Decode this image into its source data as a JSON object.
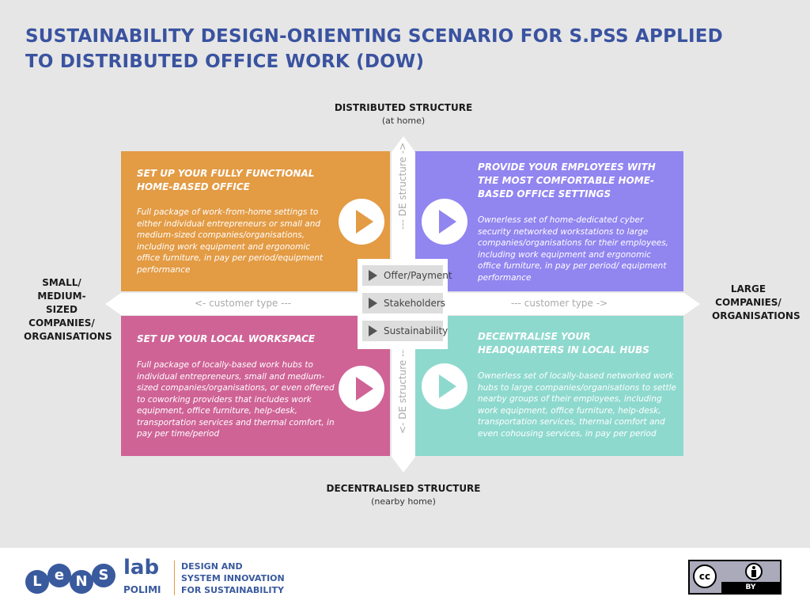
{
  "title": "SUSTAINABILITY DESIGN-ORIENTING SCENARIO FOR S.PSS APPLIED TO DISTRIBUTED OFFICE WORK (DOW)",
  "axes": {
    "top": {
      "main": "DISTRIBUTED STRUCTURE",
      "sub": "(at home)"
    },
    "bottom": {
      "main": "DECENTRALISED STRUCTURE",
      "sub": "(nearby home)"
    },
    "left": {
      "main": "SMALL/ MEDIUM-SIZED COMPANIES/ ORGANISATIONS"
    },
    "right": {
      "main": "LARGE COMPANIES/ ORGANISATIONS"
    },
    "customer_type_left": "<- customer type ---",
    "customer_type_right": "--- customer type ->",
    "de_structure_top": "--- DE structure ->",
    "de_structure_bottom": "<- DE structure ---"
  },
  "quadrants": {
    "top_left": {
      "title": "SET UP YOUR FULLY FUNCTIONAL HOME-BASED OFFICE",
      "description": "Full package of work-from-home settings to either individual entrepreneurs or small and medium-sized companies/organisations, including work equipment and ergonomic office furniture, in pay per period/equipment performance"
    },
    "top_right": {
      "title": "PROVIDE YOUR EMPLOYEES WITH THE MOST COMFORTABLE HOME-BASED OFFICE SETTINGS",
      "description": "Ownerless set of home-dedicated cyber security networked workstations to large companies/organisations for their employees, including work equipment and ergonomic office furniture, in pay per period/ equipment performance"
    },
    "bottom_left": {
      "title": "SET UP YOUR LOCAL WORKSPACE",
      "description": "Full package of locally-based work hubs to individual entrepreneurs, small and medium-sized companies/organisations, or even offered to coworking providers that includes work equipment, office furniture, help-desk, transportation services and thermal comfort, in pay per time/period"
    },
    "bottom_right": {
      "title": "DECENTRALISE YOUR HEADQUARTERS IN LOCAL HUBS",
      "description": "Ownerless set of locally-based networked work hubs to large companies/organisations to settle nearby groups of their employees, including work equipment, office furniture, help-desk, transportation services, thermal comfort and even cohousing services, in pay per period"
    }
  },
  "legend": [
    "Offer/Payment",
    "Stakeholders",
    "Sustainability"
  ],
  "footer": {
    "logo_letters": [
      "L",
      "e",
      "N",
      "S"
    ],
    "logo_lab": "lab",
    "logo_polimi": "POLIMI",
    "tagline": [
      "DESIGN AND",
      "SYSTEM INNOVATION",
      "FOR SUSTAINABILITY"
    ],
    "license": "BY"
  },
  "colors": {
    "title": "#3a53a0",
    "top_left": "#e39b44",
    "top_right": "#9185f0",
    "bottom_left": "#cf6396",
    "bottom_right": "#8ed9ce"
  }
}
